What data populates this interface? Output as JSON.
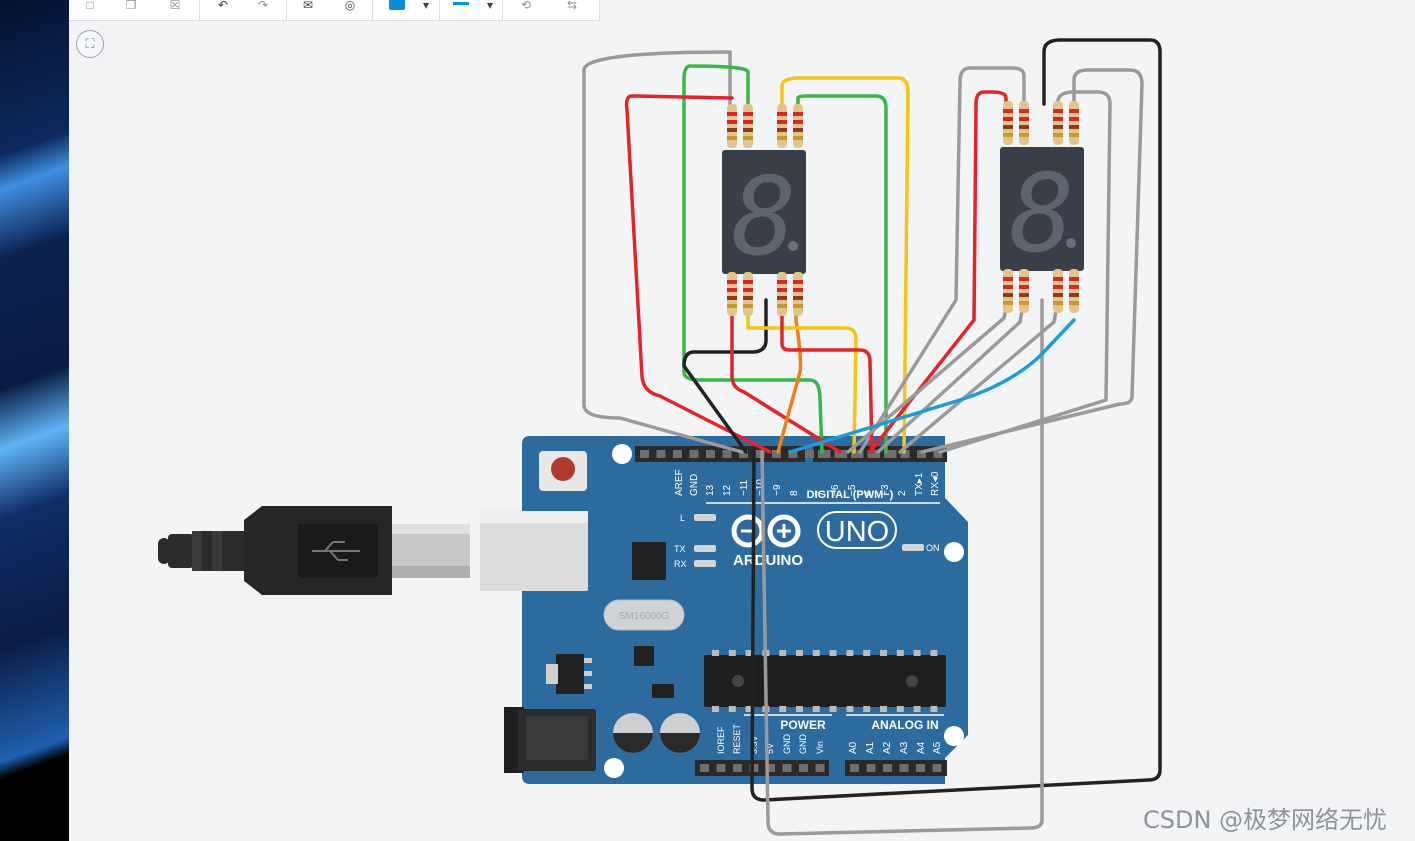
{
  "toolbar": {
    "buttons": [
      {
        "name": "new-icon",
        "glyph": "□"
      },
      {
        "name": "copy-icon",
        "glyph": "❐"
      },
      {
        "name": "delete-icon",
        "glyph": "☒"
      },
      {
        "name": "undo-icon",
        "glyph": "↶"
      },
      {
        "name": "redo-icon",
        "glyph": "↷"
      },
      {
        "name": "note-icon",
        "glyph": "✉"
      },
      {
        "name": "visibility-icon",
        "glyph": "◎"
      },
      {
        "name": "color-picker-icon",
        "glyph": "▾"
      },
      {
        "name": "line-style-icon",
        "glyph": "▾"
      },
      {
        "name": "rotate-icon",
        "glyph": "⟲"
      },
      {
        "name": "flip-icon",
        "glyph": "⇆"
      }
    ],
    "accent": "#0a8fd6"
  },
  "canvas": {
    "fit_view_glyph": "⛶",
    "watermark": "CSDN @极梦网络无忧"
  },
  "arduino": {
    "model": "UNO",
    "brand": "ARDUINO",
    "board_color": "#2d6a9e",
    "digital_header": "DIGITAL (PWM~)",
    "digital_pins": [
      "AREF",
      "GND",
      "13",
      "12",
      "~11",
      "~10",
      "~9",
      "8",
      "7",
      "~6",
      "~5",
      "4",
      "~3",
      "2",
      "TX▸1",
      "RX◂0"
    ],
    "power_header": "POWER",
    "power_pins": [
      "IOREF",
      "RESET",
      "3.3V",
      "5V",
      "GND",
      "GND",
      "Vin"
    ],
    "analog_header": "ANALOG IN",
    "analog_pins": [
      "A0",
      "A1",
      "A2",
      "A3",
      "A4",
      "A5"
    ],
    "leds": {
      "l": "L",
      "tx": "TX",
      "rx": "RX",
      "on": "ON"
    },
    "crystal": "SM16000G"
  },
  "display_left": {
    "digit": "8"
  },
  "display_right": {
    "digit": "8"
  },
  "wire_colors": {
    "red": "#e0262b",
    "green": "#3bb54a",
    "yellow": "#f3c515",
    "black": "#222222",
    "gray": "#9a9a9a",
    "blue": "#1e9bd7",
    "orange": "#f07d18"
  }
}
